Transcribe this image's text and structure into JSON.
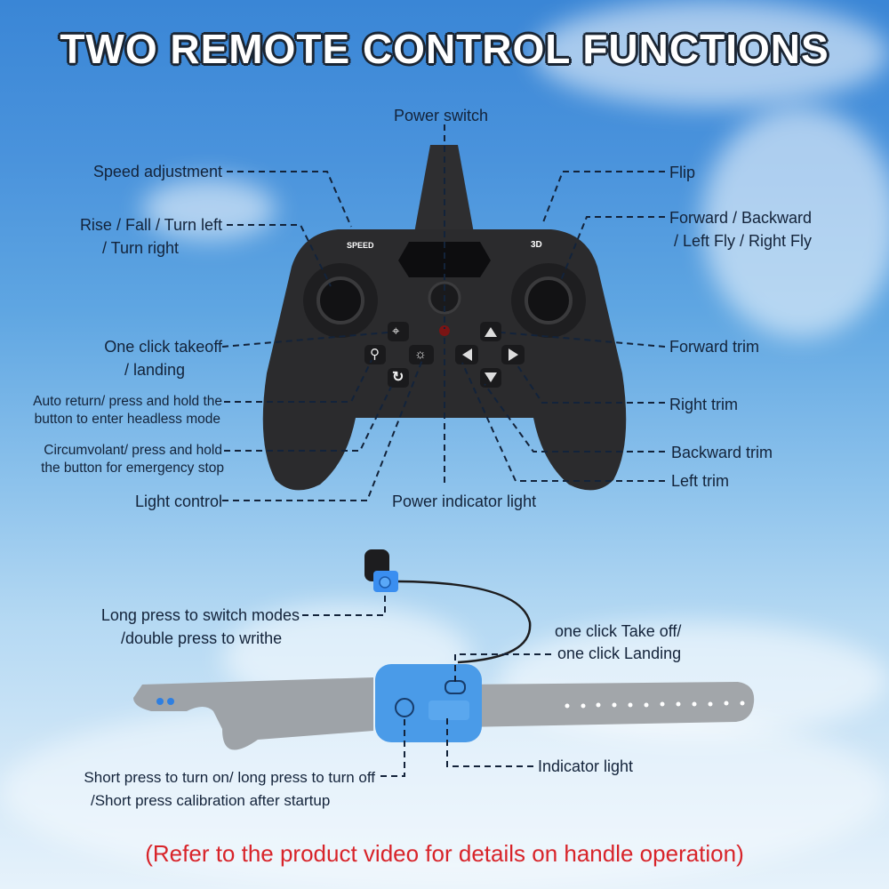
{
  "title": "TWO REMOTE CONTROL FUNCTIONS",
  "controller": {
    "labels": {
      "speed_label": "SPEED",
      "mode_label": "3D"
    },
    "callouts": {
      "power_switch": "Power switch",
      "speed_adjustment": "Speed adjustment",
      "left_stick_line1": "Rise / Fall / Turn left",
      "left_stick_line2": "/ Turn right",
      "flip": "Flip",
      "right_stick_line1": "Forward / Backward",
      "right_stick_line2": "/ Left Fly / Right Fly",
      "takeoff_line1": "One click takeoff",
      "takeoff_line2": "/ landing",
      "auto_return_line1": "Auto return/ press and hold the",
      "auto_return_line2": "button to enter headless mode",
      "circumvolant_line1": "Circumvolant/ press and hold",
      "circumvolant_line2": "the button for emergency stop",
      "light_control": "Light control",
      "power_indicator": "Power indicator light",
      "forward_trim": "Forward trim",
      "right_trim": "Right trim",
      "backward_trim": "Backward trim",
      "left_trim": "Left trim"
    },
    "buttons": {
      "takeoff_icon": "⌖",
      "return_icon": "⚲",
      "rotate_icon": "↻",
      "light_icon": "☼",
      "up_icon": "▲",
      "down_icon": "▼",
      "left_icon": "◀",
      "right_icon": "▶"
    }
  },
  "wristband": {
    "callouts": {
      "mode_line1": "Long press to switch modes",
      "mode_line2": "/double press to writhe",
      "takeoff_line1": "one click Take off/",
      "takeoff_line2": "one click Landing",
      "indicator": "Indicator light",
      "power_line1": "Short press to turn on/ long press to turn off",
      "power_line2": "/Short press calibration after startup"
    }
  },
  "footer_note": "(Refer to the product video for details on handle operation)",
  "colors": {
    "title_fill": "#ffffff",
    "title_outline": "#1a2533",
    "label_text": "#13233a",
    "note_red": "#d8242a",
    "controller_body": "#2b2b2d",
    "wrist_blue": "#4a9be8",
    "strap_gray": "#9ea3a8",
    "leader_line": "#13233a"
  }
}
